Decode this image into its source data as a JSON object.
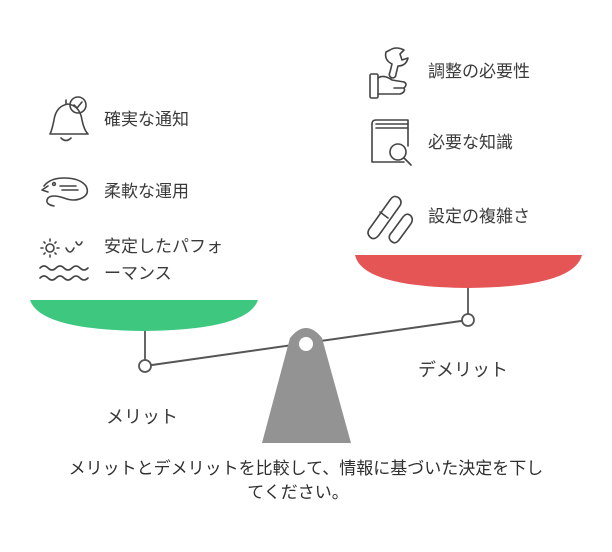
{
  "colors": {
    "merit_pan": "#3ec77f",
    "demerit_pan": "#e55555",
    "fulcrum": "#939393",
    "beam": "#555555"
  },
  "merits": {
    "label": "メリット",
    "items": [
      {
        "icon": "bell-check-icon",
        "label": "確実な通知"
      },
      {
        "icon": "chameleon-icon",
        "label": "柔軟な運用"
      },
      {
        "icon": "weather-icon",
        "label_lines": [
          "安定したパフォ",
          "ーマンス"
        ]
      }
    ]
  },
  "demerits": {
    "label": "デメリット",
    "items": [
      {
        "icon": "wrench-hand-icon",
        "label": "調整の必要性"
      },
      {
        "icon": "book-magnifier-icon",
        "label": "必要な知識"
      },
      {
        "icon": "capsules-icon",
        "label": "設定の複雑さ"
      }
    ]
  },
  "caption": {
    "lines": [
      "メリットとデメリットを比較して、情報に基づいた決定を下し",
      "てください。"
    ]
  }
}
